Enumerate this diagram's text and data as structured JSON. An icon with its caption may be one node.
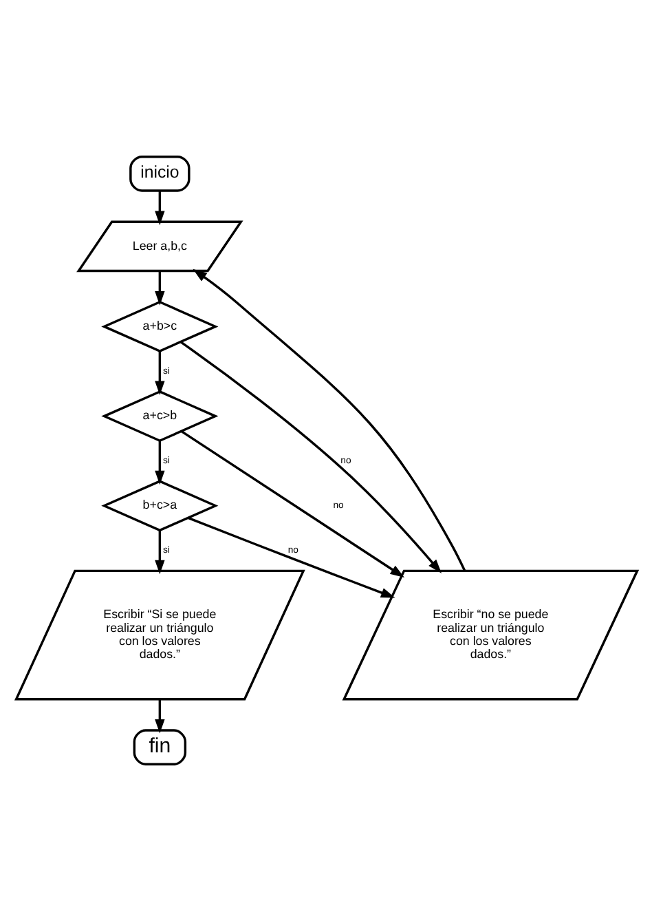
{
  "diagram": {
    "nodes": [
      {
        "text": [
          "inicio"
        ]
      },
      {
        "text": [
          "Leer a,b,c"
        ]
      },
      {
        "text": [
          "a+b>c"
        ]
      },
      {
        "text": [
          "a+c>b"
        ]
      },
      {
        "text": [
          "b+c>a"
        ]
      },
      {
        "text": [
          "Escribir “no se puede realizar un triángulo con los valores dados.”"
        ]
      },
      {
        "text": [
          "Escribir “Si se puede realizar un triángulo con los valores dados.”"
        ]
      },
      {
        "text": [
          "fin"
        ]
      }
    ],
    "edges": [
      {
        "from": 0,
        "to": 1,
        "arrow": "to"
      },
      {
        "from": 1,
        "to": 2,
        "arrow": "to"
      },
      {
        "from": 2,
        "to": 3,
        "label": "si",
        "arrow": "to"
      },
      {
        "from": 2,
        "to": 5,
        "label": "no",
        "arrow": "to"
      },
      {
        "from": 3,
        "to": 4,
        "label": "si",
        "arrow": "to"
      },
      {
        "from": 3,
        "to": 5,
        "label": "no",
        "arrow": "to"
      },
      {
        "from": 4,
        "to": 6,
        "label": "si",
        "arrow": "to"
      },
      {
        "from": 4,
        "to": 5,
        "label": "no",
        "arrow": "to"
      },
      {
        "from": 5,
        "to": 1,
        "arrow": "to"
      },
      {
        "from": 6,
        "to": 7,
        "arrow": "to"
      }
    ]
  }
}
